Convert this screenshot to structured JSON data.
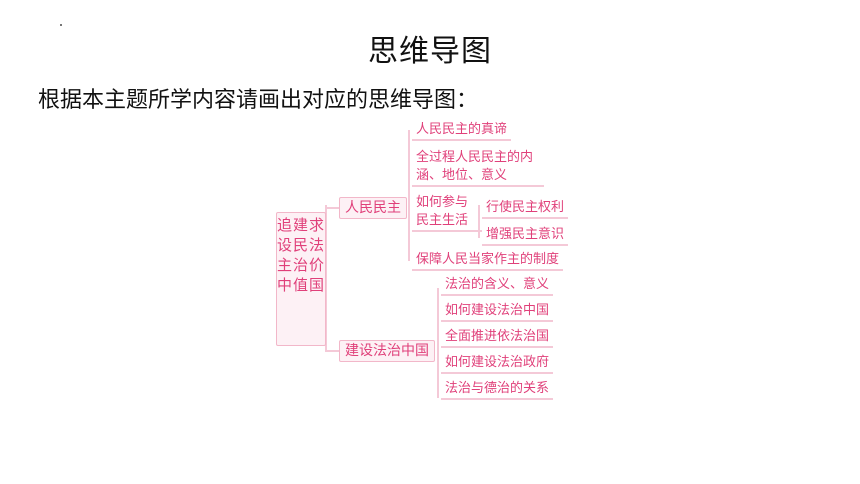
{
  "title": "思维导图",
  "prompt": "根据本主题所学内容请画出对应的思维导图：",
  "mindmap": {
    "root": "追建求设民法主治价中值国",
    "branch1": {
      "label": "人民民主",
      "children": [
        "人民民主的真谛",
        "全过程人民民主的内涵、地位、意义",
        "如何参与民主生活",
        "保障人民当家作主的制度"
      ],
      "sub": [
        "行使民主权利",
        "增强民主意识"
      ]
    },
    "branch2": {
      "label": "建设法治中国",
      "children": [
        "法治的含义、意义",
        "如何建设法治中国",
        "全面推进依法治国",
        "如何建设法治政府",
        "法治与德治的关系"
      ]
    }
  }
}
